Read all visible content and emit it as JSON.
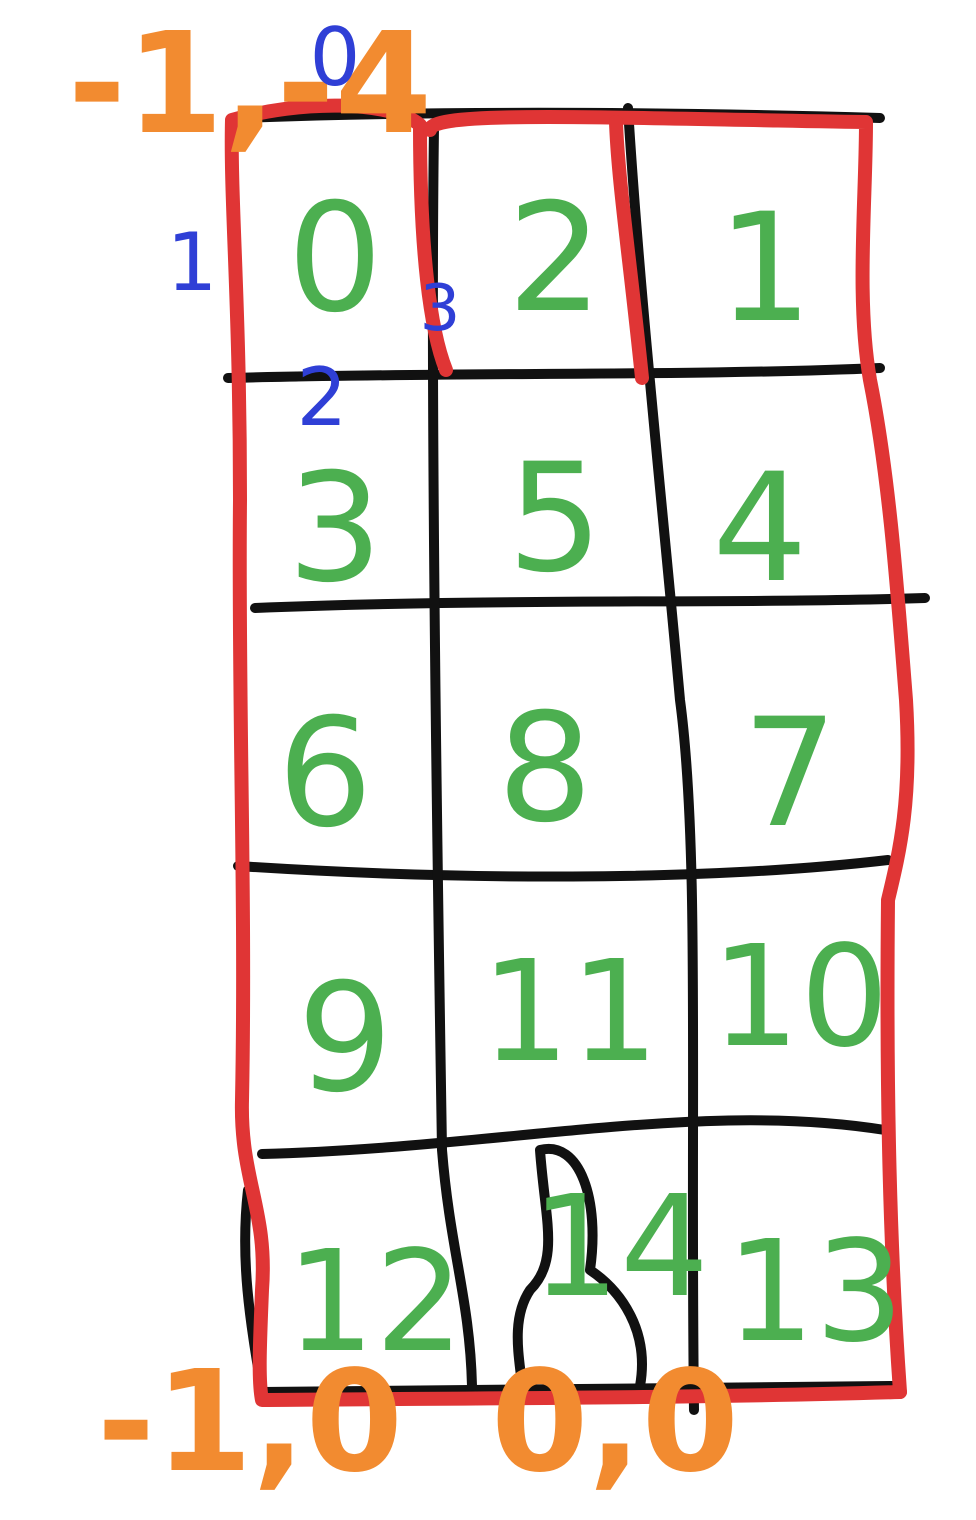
{
  "colors": {
    "grid": "#111111",
    "outline": "#e03535",
    "number": "#4caf50",
    "orange": "#f28b30",
    "blue": "#2f3fd6",
    "background": "#ffffff"
  },
  "grid": {
    "rows": 5,
    "cols": 3,
    "cells": [
      [
        "0",
        "2",
        "1"
      ],
      [
        "3",
        "5",
        "4"
      ],
      [
        "6",
        "8",
        "7"
      ],
      [
        "9",
        "11",
        "10"
      ],
      [
        "12",
        "14",
        "13"
      ]
    ]
  },
  "orange_labels": {
    "top": "-1,-4",
    "bottom_left": "-1,0",
    "bottom_middle": "0,0"
  },
  "blue_labels": {
    "top": "0",
    "left": "1",
    "under_cell": "2",
    "between_cells": "3"
  }
}
